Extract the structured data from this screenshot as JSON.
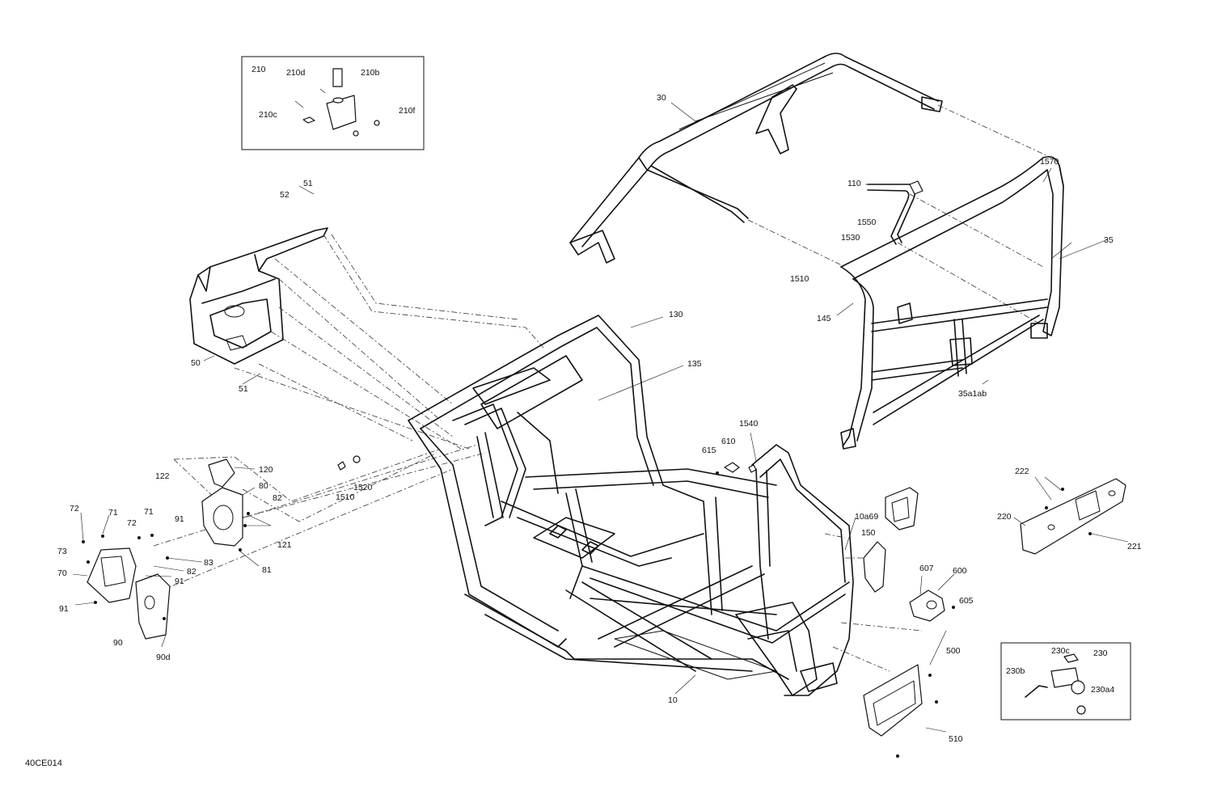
{
  "diagram_ref": "40CE014",
  "labels": {
    "l210": "210",
    "l210d": "210d",
    "l210b": "210b",
    "l210c": "210c",
    "l210f": "210f",
    "l30": "30",
    "l1570": "1570",
    "l110": "110",
    "l1550": "1550",
    "l1530": "1530",
    "l35": "35",
    "l1510a": "1510",
    "l145": "145",
    "l35a1ab": "35a1ab",
    "l51a": "51",
    "l52": "52",
    "l50": "50",
    "l51b": "51",
    "l130": "130",
    "l135": "135",
    "l615": "615",
    "l610": "610",
    "l1540": "1540",
    "l1510b": "1510",
    "l1520": "1520",
    "l122": "122",
    "l120": "120",
    "l80": "80",
    "l82a": "82",
    "l121": "121",
    "l83": "83",
    "l82b": "82",
    "l81": "81",
    "l72a": "72",
    "l71a": "71",
    "l71b": "71",
    "l72b": "72",
    "l91a": "91",
    "l73": "73",
    "l70": "70",
    "l91b": "91",
    "l91c": "91",
    "l90": "90",
    "l90d": "90d",
    "l10a69": "10a69",
    "l150": "150",
    "l607": "607",
    "l600": "600",
    "l605": "605",
    "l500": "500",
    "l510": "510",
    "l10": "10",
    "l222": "222",
    "l220": "220",
    "l221": "221",
    "l230c": "230c",
    "l230": "230",
    "l230b": "230b",
    "l230a4": "230a4"
  }
}
